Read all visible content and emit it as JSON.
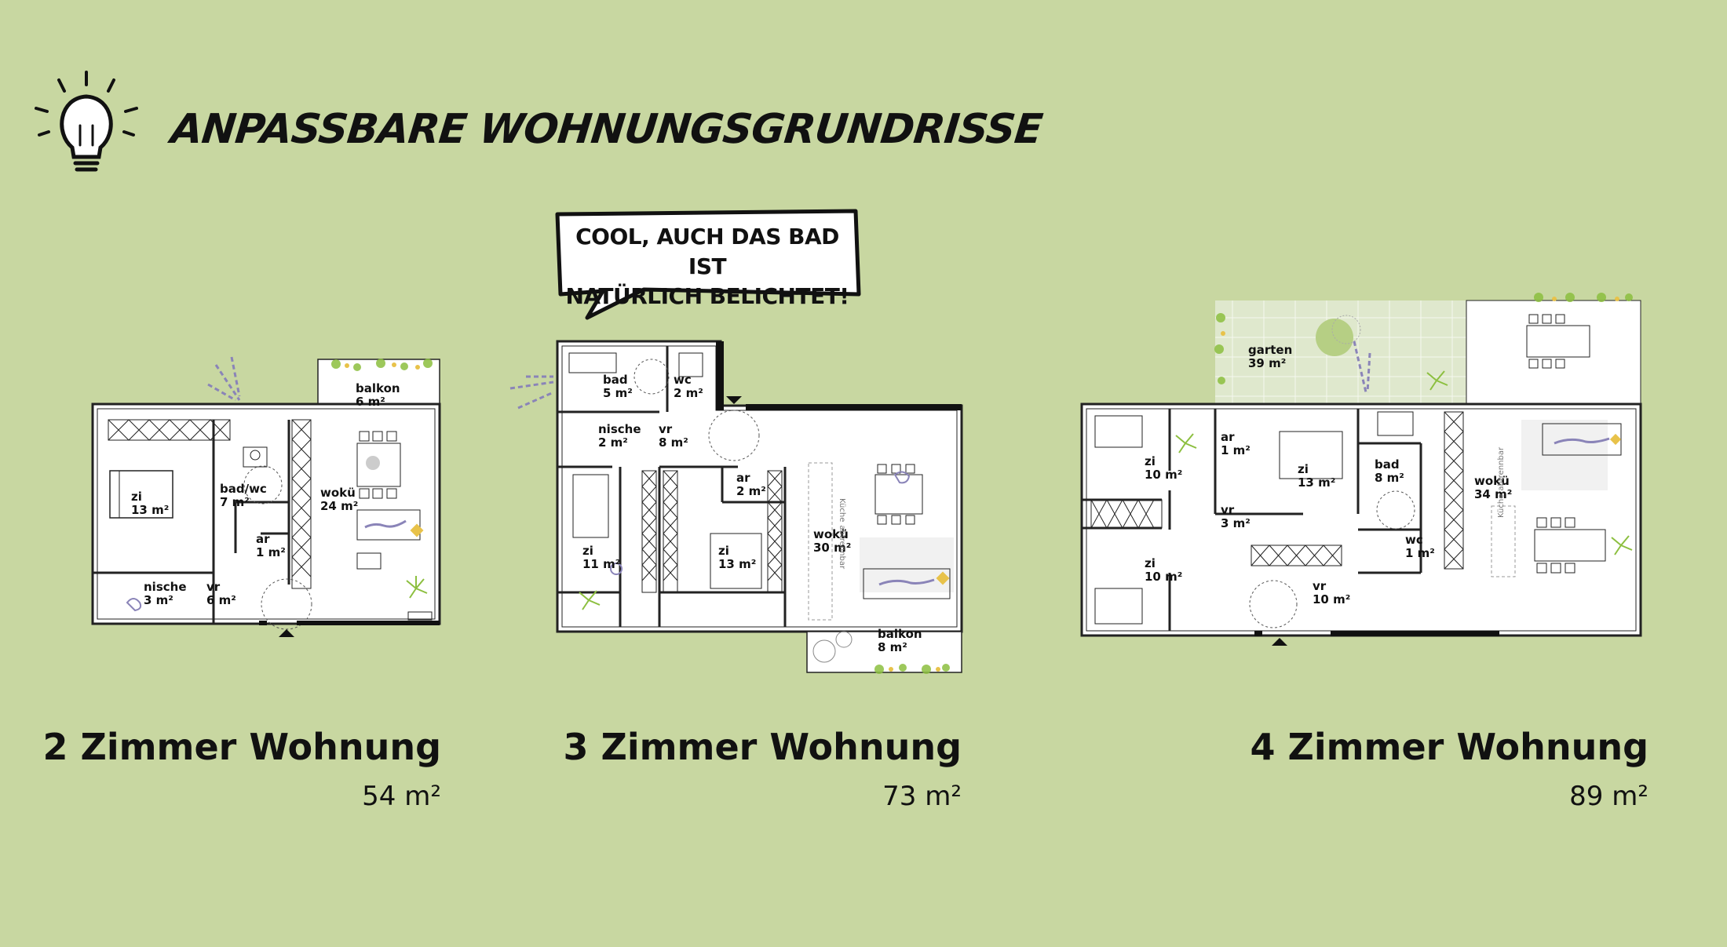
{
  "header": {
    "title": "ANPASSBARE WOHNUNGSGRUNDRISSE"
  },
  "speech_bubble": {
    "line1": "COOL, AUCH DAS BAD IST",
    "line2": "NATÜRLICH BELICHTET!"
  },
  "apartments": [
    {
      "title": "2 Zimmer Wohnung",
      "area": "54 m²"
    },
    {
      "title": "3 Zimmer Wohnung",
      "area": "73 m²"
    },
    {
      "title": "4 Zimmer Wohnung",
      "area": "89 m²"
    }
  ],
  "plan1": {
    "balkon": "balkon",
    "balkon_area": "6 m²",
    "zi": "zi",
    "zi_area": "13 m²",
    "badwc": "bad/wc",
    "badwc_area": "7 m²",
    "woku": "wokü",
    "woku_area": "24 m²",
    "ar": "ar",
    "ar_area": "1 m²",
    "nische": "nische",
    "nische_area": "3 m²",
    "vr": "vr",
    "vr_area": "6 m²"
  },
  "plan2": {
    "bad": "bad",
    "bad_area": "5 m²",
    "wc": "wc",
    "wc_area": "2 m²",
    "nische": "nische",
    "nische_area": "2 m²",
    "vr": "vr",
    "vr_area": "8 m²",
    "ar": "ar",
    "ar_area": "2 m²",
    "woku": "wokü",
    "woku_area": "30 m²",
    "kueche_note1": "Küche",
    "kueche_note2": "abtrennbar",
    "zi1": "zi",
    "zi1_area": "11 m²",
    "zi2": "zi",
    "zi2_area": "13 m²",
    "balkon": "balkon",
    "balkon_area": "8 m²"
  },
  "plan3": {
    "garten": "garten",
    "garten_area": "39 m²",
    "zi1": "zi",
    "zi1_area": "10 m²",
    "ar": "ar",
    "ar_area": "1 m²",
    "zi2": "zi",
    "zi2_area": "13 m²",
    "bad": "bad",
    "bad_area": "8 m²",
    "woku": "wokü",
    "woku_area": "34 m²",
    "vr1": "vr",
    "vr1_area": "3 m²",
    "wc": "wc",
    "wc_area": "1 m²",
    "zi3": "zi",
    "zi3_area": "10 m²",
    "vr2": "vr",
    "vr2_area": "10 m²",
    "kueche_note1": "Küche",
    "kueche_note2": "abtrennbar"
  },
  "colors": {
    "background": "#c8d7a1",
    "accent_purple": "#8a84b8",
    "plant_green": "#8cbf3f",
    "accent_yellow": "#e8c24a"
  }
}
